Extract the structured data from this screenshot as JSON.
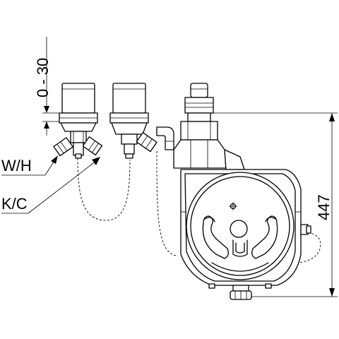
{
  "labels": {
    "wh": "W/H",
    "kc": "K/C",
    "adjust_range": "0 - 30",
    "height": "447"
  }
}
